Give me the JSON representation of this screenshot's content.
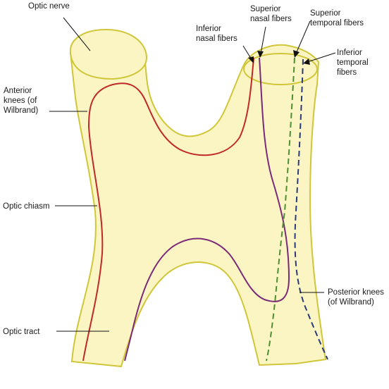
{
  "labels": {
    "optic_nerve": "Optic nerve",
    "anterior_knees": [
      "Anterior",
      "knees (of",
      "Wilbrand)"
    ],
    "optic_chiasm": "Optic chiasm",
    "optic_tract": "Optic tract",
    "inferior_nasal": [
      "Inferior",
      "nasal fibers"
    ],
    "superior_nasal": [
      "Superior",
      "nasal fibers"
    ],
    "superior_temporal": [
      "Superior",
      "temporal fibers"
    ],
    "inferior_temporal": [
      "Inferior",
      "temporal",
      "fibers"
    ],
    "posterior_knees": [
      "Posterior knees",
      "(of Wilbrand)"
    ]
  },
  "colors": {
    "tissue_fill": "#fbf5c4",
    "tissue_outline": "#cfc63a",
    "inferior_nasal_fiber": "#c0282a",
    "superior_nasal_fiber": "#7a2a78",
    "superior_temporal_fiber": "#4e8f32",
    "inferior_temporal_fiber": "#2b3a78"
  }
}
